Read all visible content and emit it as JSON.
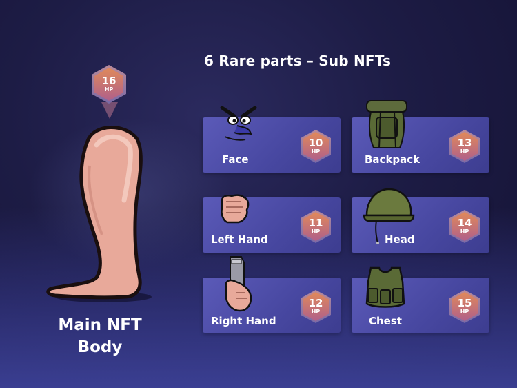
{
  "title": "6 Rare parts – Sub NFTs",
  "main": {
    "hp_value": "16",
    "hp_unit": "HP",
    "label_line1": "Main NFT",
    "label_line2": "Body"
  },
  "parts": [
    {
      "label": "Face",
      "hp": "10",
      "unit": "HP",
      "icon": "face-icon"
    },
    {
      "label": "Backpack",
      "hp": "13",
      "unit": "HP",
      "icon": "backpack-icon"
    },
    {
      "label": "Left Hand",
      "hp": "11",
      "unit": "HP",
      "icon": "fist-icon"
    },
    {
      "label": "Head",
      "hp": "14",
      "unit": "HP",
      "icon": "helmet-icon"
    },
    {
      "label": "Right Hand",
      "hp": "12",
      "unit": "HP",
      "icon": "pistol-hand-icon"
    },
    {
      "label": "Chest",
      "hp": "15",
      "unit": "HP",
      "icon": "vest-icon"
    }
  ],
  "colors": {
    "card": "#4b4aa6",
    "badge": "#d9785a",
    "skin": "#e8a99a",
    "military": "#5a6b3a"
  }
}
